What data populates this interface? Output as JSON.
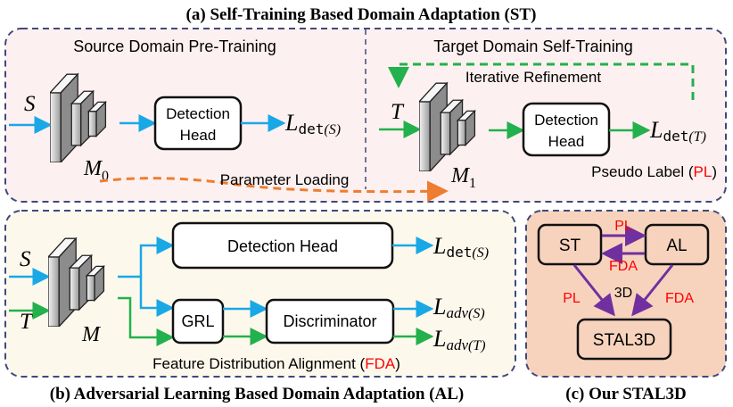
{
  "titles": {
    "a": "(a) Self-Training Based Domain Adaptation (ST)",
    "b": "(b) Adversarial Learning Based Domain Adaptation (AL)",
    "c": "(c) Our STAL3D"
  },
  "panel_a": {
    "left_title": "Source Domain Pre-Training",
    "right_title": "Target Domain Self-Training",
    "iterative": "Iterative Refinement",
    "source_symbol": "S",
    "target_symbol": "T",
    "model0": "M",
    "model0_sub": "0",
    "model1": "M",
    "model1_sub": "1",
    "det_head_line1": "Detection",
    "det_head_line2": "Head",
    "loss_L": "L",
    "loss_det": "det",
    "loss_s": "(S)",
    "loss_t": "(T)",
    "param_loading": "Parameter Loading",
    "pseudo_label_prefix": "Pseudo Label (",
    "pseudo_label_abbr": "PL",
    "pseudo_label_suffix": ")"
  },
  "panel_b": {
    "source_symbol": "S",
    "target_symbol": "T",
    "model": "M",
    "det_head": "Detection Head",
    "grl": "GRL",
    "discriminator": "Discriminator",
    "loss_L": "L",
    "loss_det": "det",
    "loss_adv": "adv",
    "loss_s": "(S)",
    "loss_t": "(T)",
    "fda_prefix": "Feature Distribution Alignment (",
    "fda_abbr": "FDA",
    "fda_suffix": ")"
  },
  "panel_c": {
    "st": "ST",
    "al": "AL",
    "stal": "STAL3D",
    "pl_top": "PL",
    "fda_top": "FDA",
    "pl_left": "PL",
    "fda_right": "FDA",
    "center": "3D"
  },
  "colors": {
    "blue": "#19a8e6",
    "green": "#22b14c",
    "orange": "#ed7d31",
    "purple": "#7030a0",
    "red": "#ff0000",
    "panel_a_bg": "#fdf0f0",
    "panel_b_bg": "#fdf8ec",
    "panel_c_bg": "#f7d3bd",
    "border": "#3d4a7a"
  }
}
